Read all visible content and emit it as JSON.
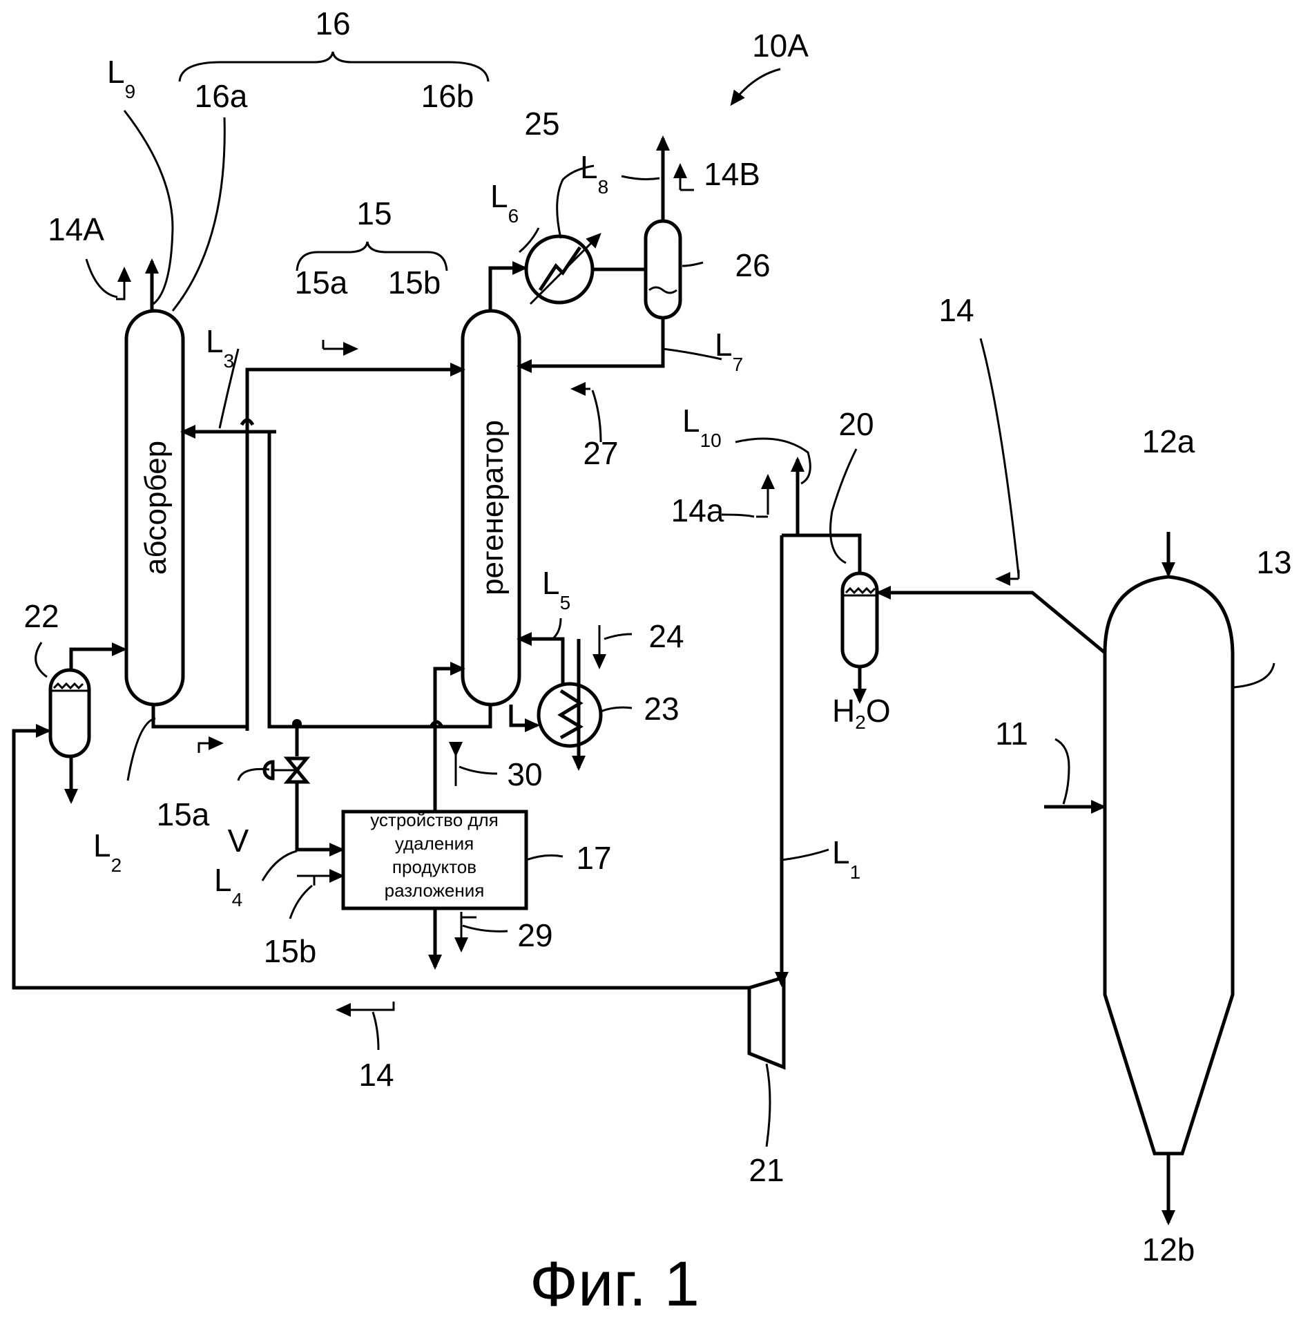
{
  "figure": {
    "caption": "Фиг. 1",
    "system_label": "10A"
  },
  "vessels": {
    "absorber": "абсорбер",
    "regenerator": "регенератор",
    "decomposition_device": [
      "устройство для",
      "удаления",
      "продуктов",
      "разложения"
    ]
  },
  "labels": {
    "n16": "16",
    "n16a": "16a",
    "n16b": "16b",
    "n15": "15",
    "n15a_top": "15a",
    "n15b_top": "15b",
    "n15a_bottom": "15a",
    "n15b_bottom": "15b",
    "n14A": "14A",
    "n14B": "14B",
    "n14a": "14a",
    "n14_top": "14",
    "n14_bottom": "14",
    "n25": "25",
    "n26": "26",
    "n27": "27",
    "n24": "24",
    "n23": "23",
    "n30": "30",
    "n29": "29",
    "n17": "17",
    "n22": "22",
    "n20": "20",
    "n21": "21",
    "n11": "11",
    "n13": "13",
    "n12a": "12a",
    "n12b": "12b",
    "V": "V",
    "H2O": "H",
    "H2O_sub": "2",
    "H2O_end": "O"
  },
  "lines": {
    "L1": "L",
    "L1_sub": "1",
    "L2": "L",
    "L2_sub": "2",
    "L3": "L",
    "L3_sub": "3",
    "L4": "L",
    "L4_sub": "4",
    "L5": "L",
    "L5_sub": "5",
    "L6": "L",
    "L6_sub": "6",
    "L7": "L",
    "L7_sub": "7",
    "L8": "L",
    "L8_sub": "8",
    "L9": "L",
    "L9_sub": "9",
    "L10": "L",
    "L10_sub": "10"
  }
}
